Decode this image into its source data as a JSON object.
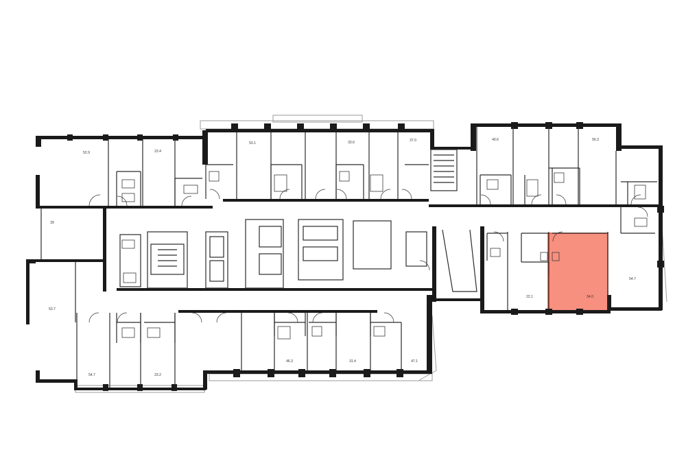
{
  "plan": {
    "highlight_color": "#f7907f",
    "highlight_stroke": "#d9402b",
    "apartments": [
      {
        "id": "a1",
        "area": "52.9",
        "highlighted": false
      },
      {
        "id": "a2",
        "area": "23.4",
        "highlighted": false
      },
      {
        "id": "a3",
        "area": "53.1",
        "highlighted": false
      },
      {
        "id": "a4",
        "area": "33.6",
        "highlighted": false
      },
      {
        "id": "a5",
        "area": "37.0",
        "highlighted": false
      },
      {
        "id": "a6",
        "area": "40.6",
        "highlighted": false
      },
      {
        "id": "a7",
        "area": "56.3",
        "highlighted": false
      },
      {
        "id": "a8",
        "area": "39",
        "highlighted": false
      },
      {
        "id": "a9",
        "area": "53.7",
        "highlighted": false
      },
      {
        "id": "a10",
        "area": "54.7",
        "highlighted": false
      },
      {
        "id": "a11",
        "area": "23.2",
        "highlighted": false
      },
      {
        "id": "a12",
        "area": "46.3",
        "highlighted": false
      },
      {
        "id": "a13",
        "area": "31.4",
        "highlighted": false
      },
      {
        "id": "a14",
        "area": "47.1",
        "highlighted": false
      },
      {
        "id": "a15",
        "area": "22.1",
        "highlighted": false
      },
      {
        "id": "a16",
        "area": "34.0",
        "highlighted": true
      },
      {
        "id": "a17",
        "area": "54.7",
        "highlighted": false
      }
    ]
  }
}
